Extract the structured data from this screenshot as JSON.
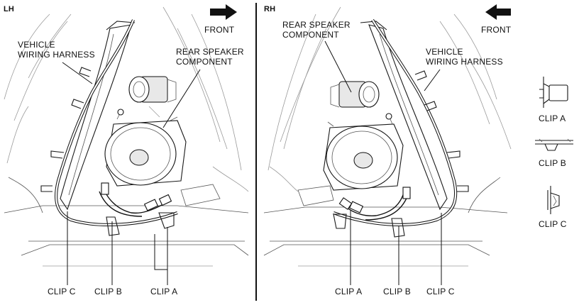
{
  "panels": {
    "left": {
      "tag": "LH",
      "front": "FRONT",
      "harness_label": [
        "VEHICLE",
        "WIRING HARNESS"
      ],
      "speaker_label": [
        "REAR SPEAKER",
        "COMPONENT"
      ],
      "clips": [
        "CLIP C",
        "CLIP B",
        "CLIP A"
      ]
    },
    "right": {
      "tag": "RH",
      "front": "FRONT",
      "harness_label": [
        "VEHICLE",
        "WIRING HARNESS"
      ],
      "speaker_label": [
        "REAR SPEAKER",
        "COMPONENT"
      ],
      "clips": [
        "CLIP A",
        "CLIP B",
        "CLIP C"
      ]
    }
  },
  "legend": [
    "CLIP A",
    "CLIP B",
    "CLIP C"
  ]
}
